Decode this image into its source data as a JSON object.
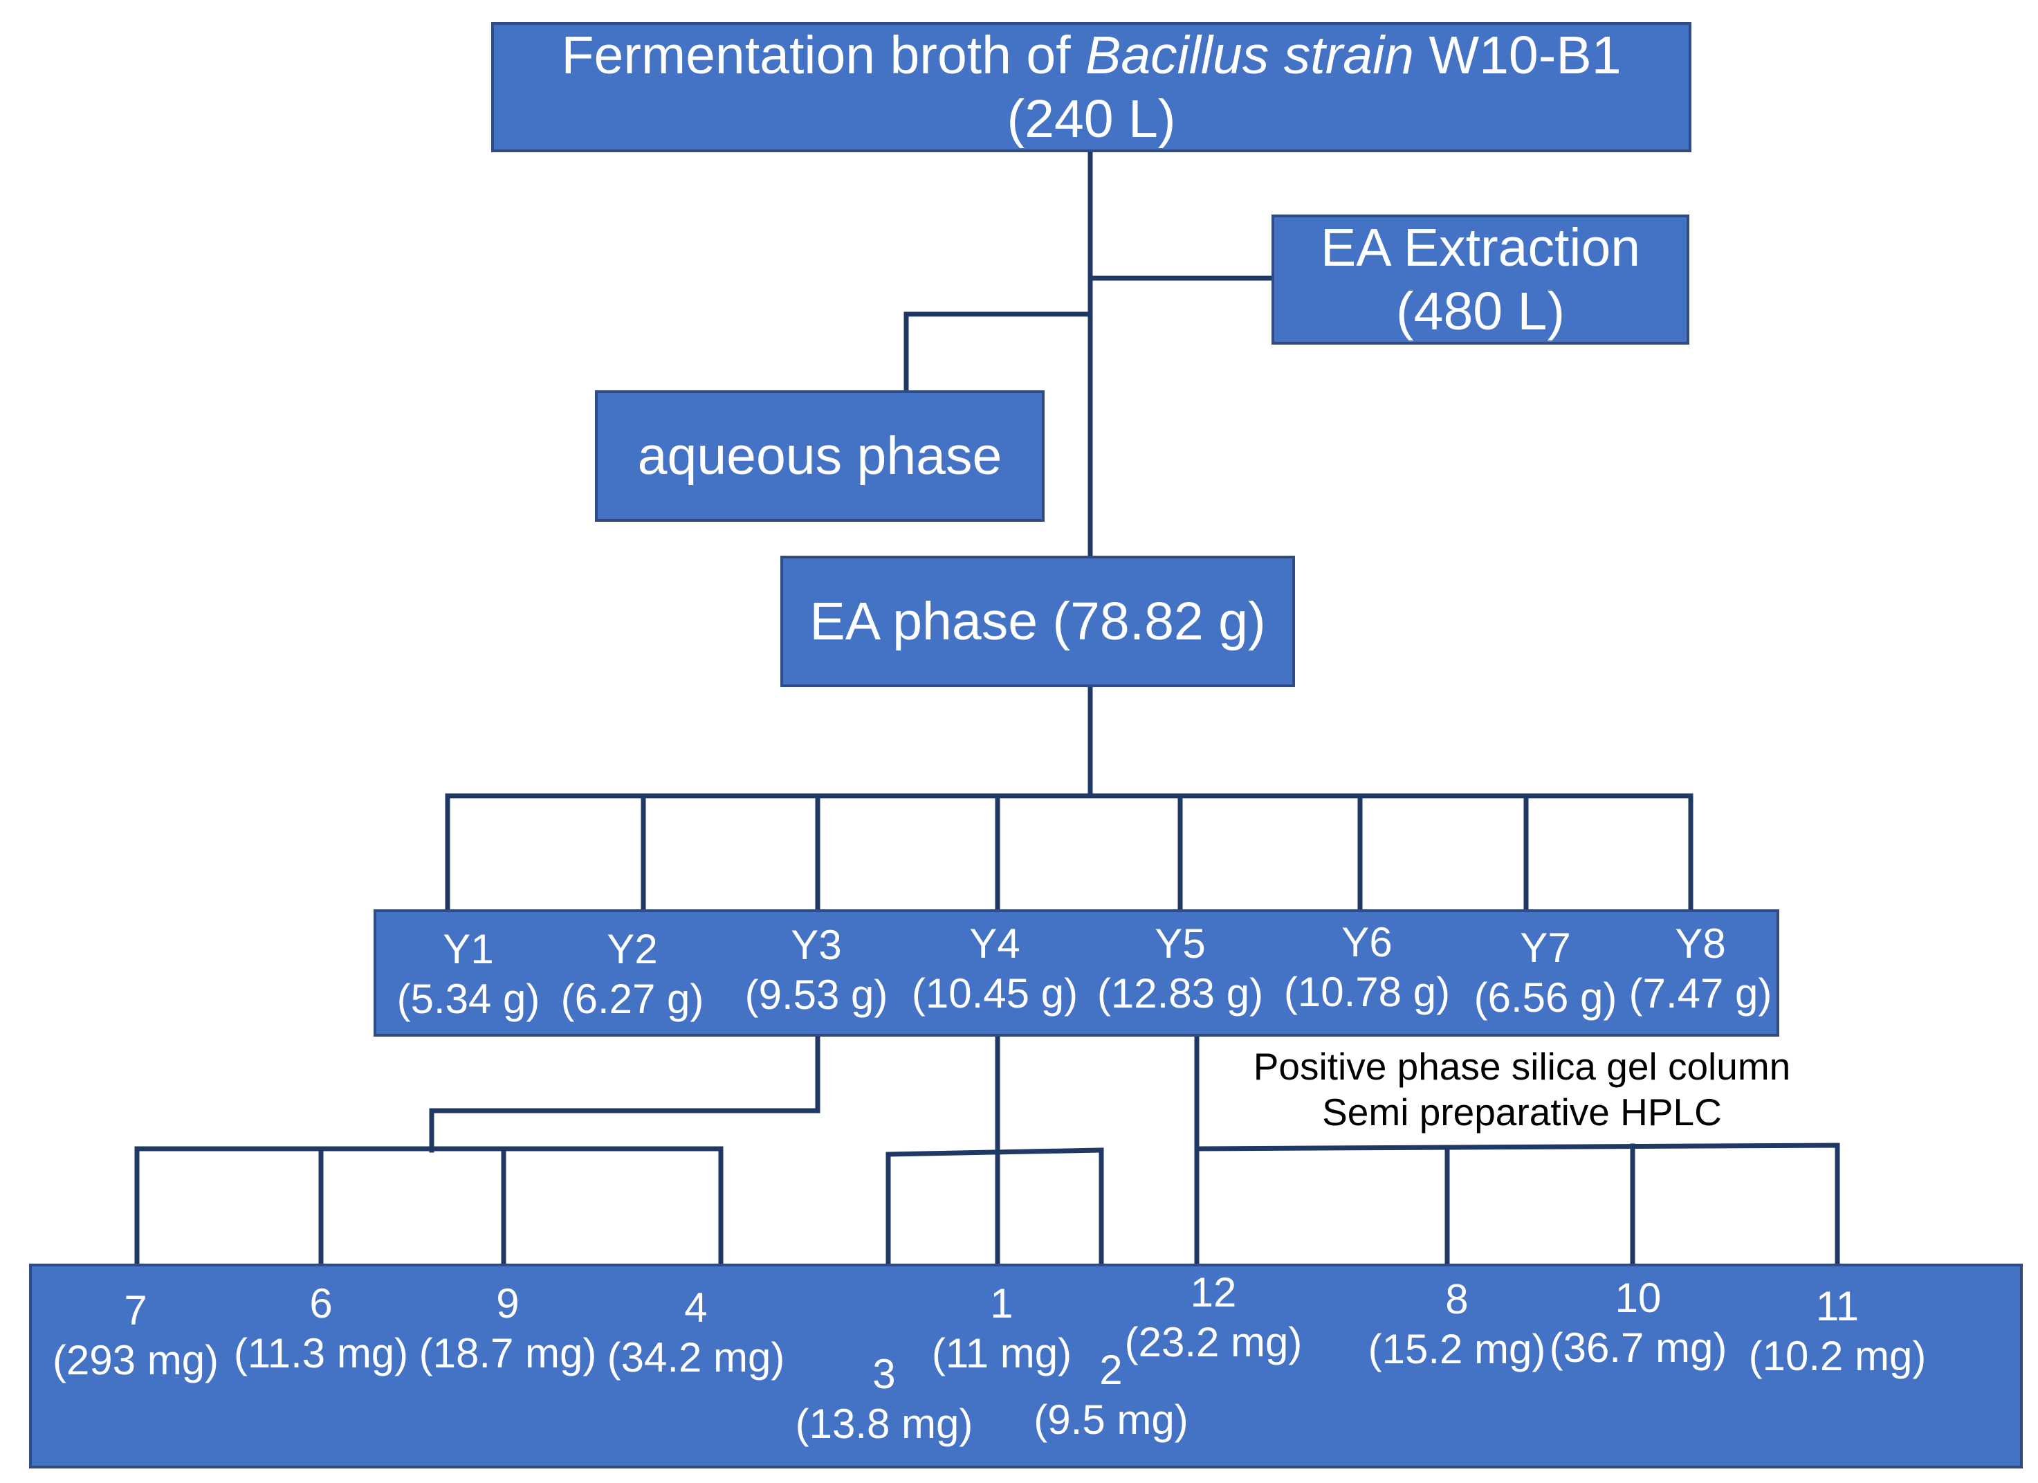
{
  "colors": {
    "box_fill": "#4472C4",
    "box_border": "#2F4D82",
    "connector": "#203864",
    "box_text": "#ffffff",
    "note_text": "#000000"
  },
  "source": {
    "line1_prefix": "Fermentation broth of ",
    "line1_italic": "Bacillus strain",
    "line1_suffix": " W10-B1",
    "line2": "(240 L)"
  },
  "extraction": {
    "line1": "EA Extraction",
    "line2": "(480 L)"
  },
  "aqueous": {
    "label": "aqueous phase"
  },
  "ea_phase": {
    "label": "EA phase (78.82 g)"
  },
  "fractions": [
    {
      "name": "Y1",
      "mass": "(5.34 g)"
    },
    {
      "name": "Y2",
      "mass": "(6.27 g)"
    },
    {
      "name": "Y3",
      "mass": "(9.53 g)"
    },
    {
      "name": "Y4",
      "mass": "(10.45 g)"
    },
    {
      "name": "Y5",
      "mass": "(12.83 g)"
    },
    {
      "name": "Y6",
      "mass": "(10.78 g)"
    },
    {
      "name": "Y7",
      "mass": "(6.56 g)"
    },
    {
      "name": "Y8",
      "mass": "(7.47 g)"
    }
  ],
  "method_note": {
    "line1": "Positive phase silica gel column",
    "line2": "Semi preparative HPLC"
  },
  "compounds": [
    {
      "id": "7",
      "mass": "(293 mg)"
    },
    {
      "id": "6",
      "mass": "(11.3 mg)"
    },
    {
      "id": "9",
      "mass": "(18.7 mg)"
    },
    {
      "id": "4",
      "mass": "(34.2 mg)"
    },
    {
      "id": "3",
      "mass": "(13.8 mg)"
    },
    {
      "id": "1",
      "mass": "(11 mg)"
    },
    {
      "id": "2",
      "mass": "(9.5 mg)"
    },
    {
      "id": "12",
      "mass": "(23.2 mg)"
    },
    {
      "id": "8",
      "mass": "(15.2 mg)"
    },
    {
      "id": "10",
      "mass": "(36.7 mg)"
    },
    {
      "id": "11",
      "mass": "(10.2 mg)"
    }
  ]
}
